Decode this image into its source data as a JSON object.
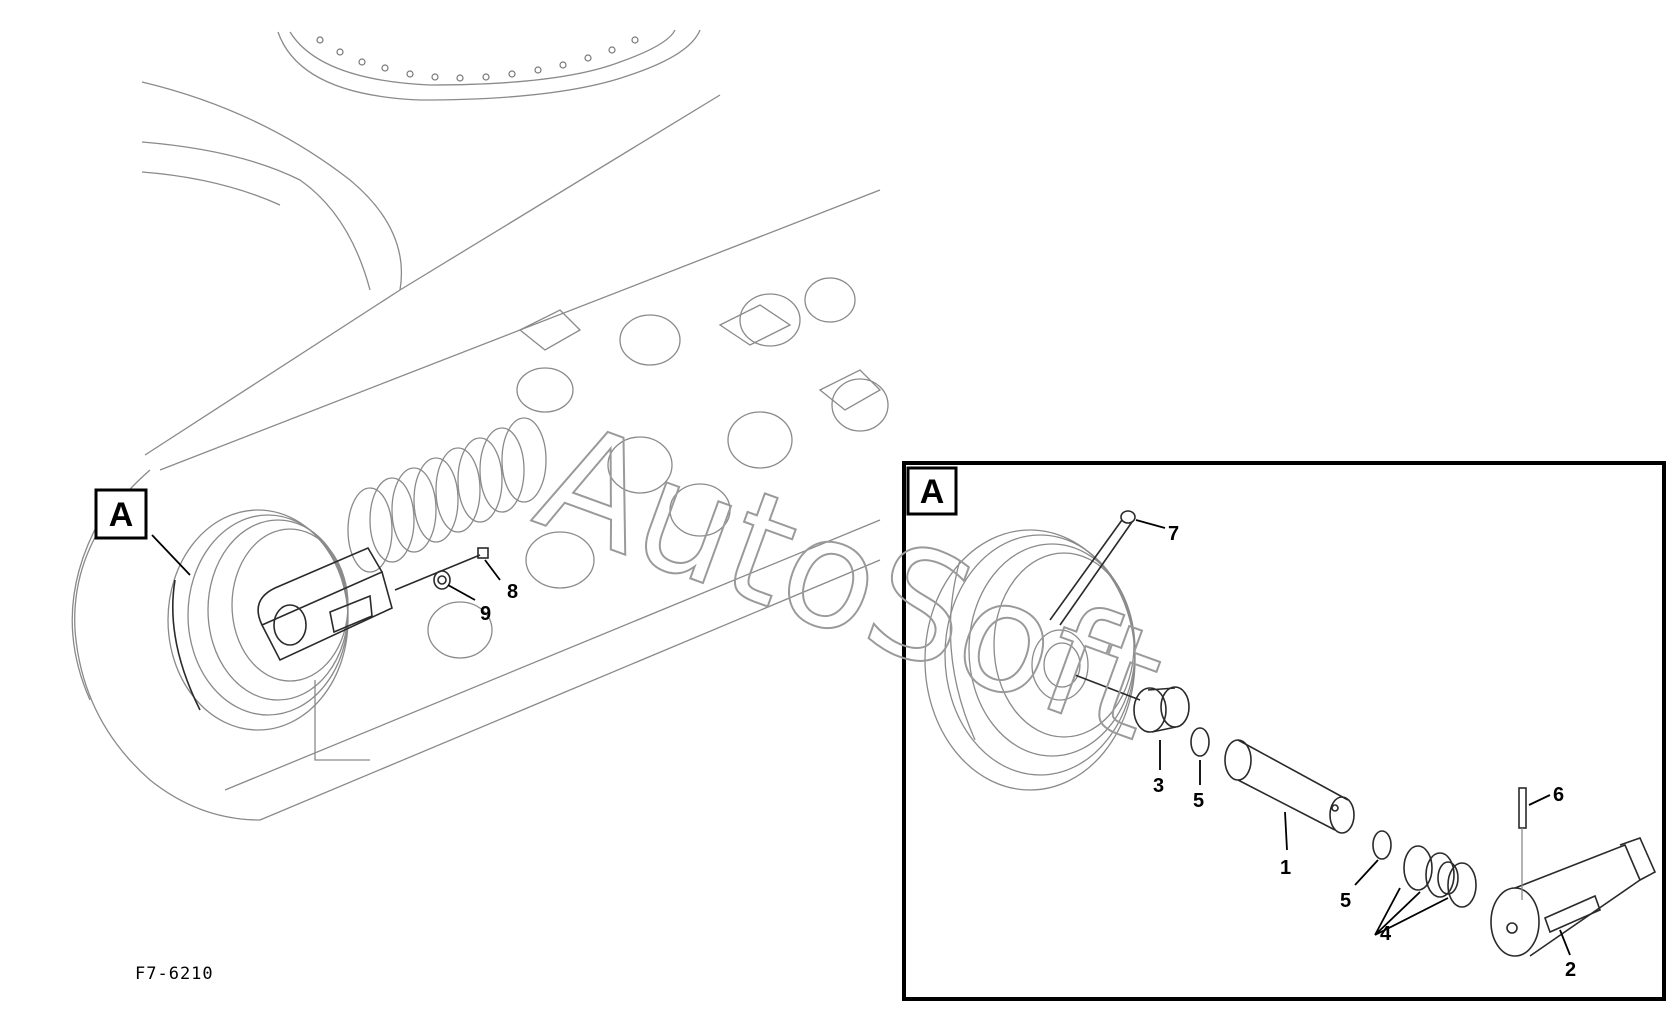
{
  "figure_code": "F7-6210",
  "watermark": "AutoSoft",
  "detail_label": "A",
  "overview_label": "A",
  "callouts": {
    "c1": "1",
    "c2": "2",
    "c3": "3",
    "c4": "4",
    "c5a": "5",
    "c5b": "5",
    "c6": "6",
    "c7": "7",
    "c8": "8",
    "c9": "9"
  }
}
